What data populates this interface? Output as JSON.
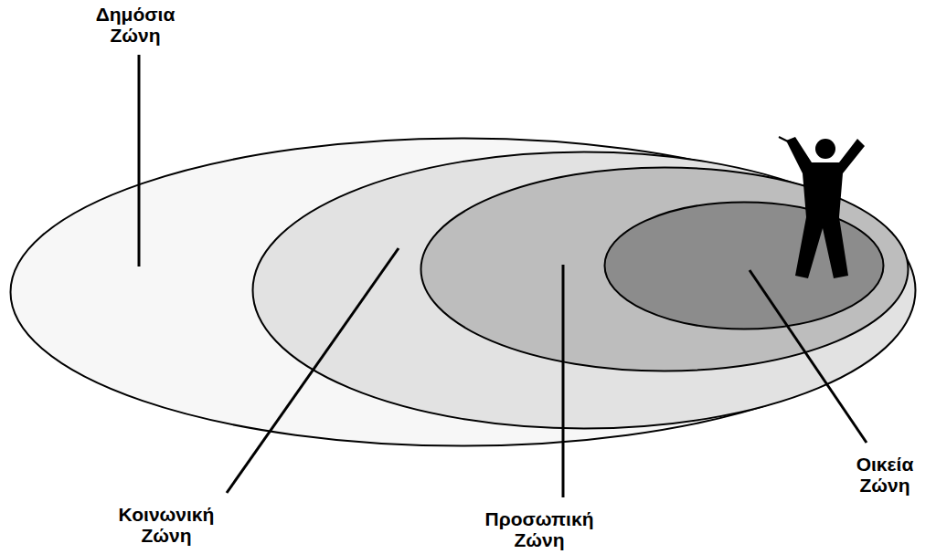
{
  "diagram": {
    "nodes": [
      {
        "text": [
          "Δημόσια Ζώνη"
        ]
      },
      {
        "text": [
          "Κοινωνική Ζώνη"
        ],
        "in": 0
      },
      {
        "text": [
          "Προσωπική Ζώνη"
        ],
        "in": 1
      },
      {
        "text": [
          "Οικεία Ζώνη"
        ],
        "in": 2
      }
    ]
  }
}
